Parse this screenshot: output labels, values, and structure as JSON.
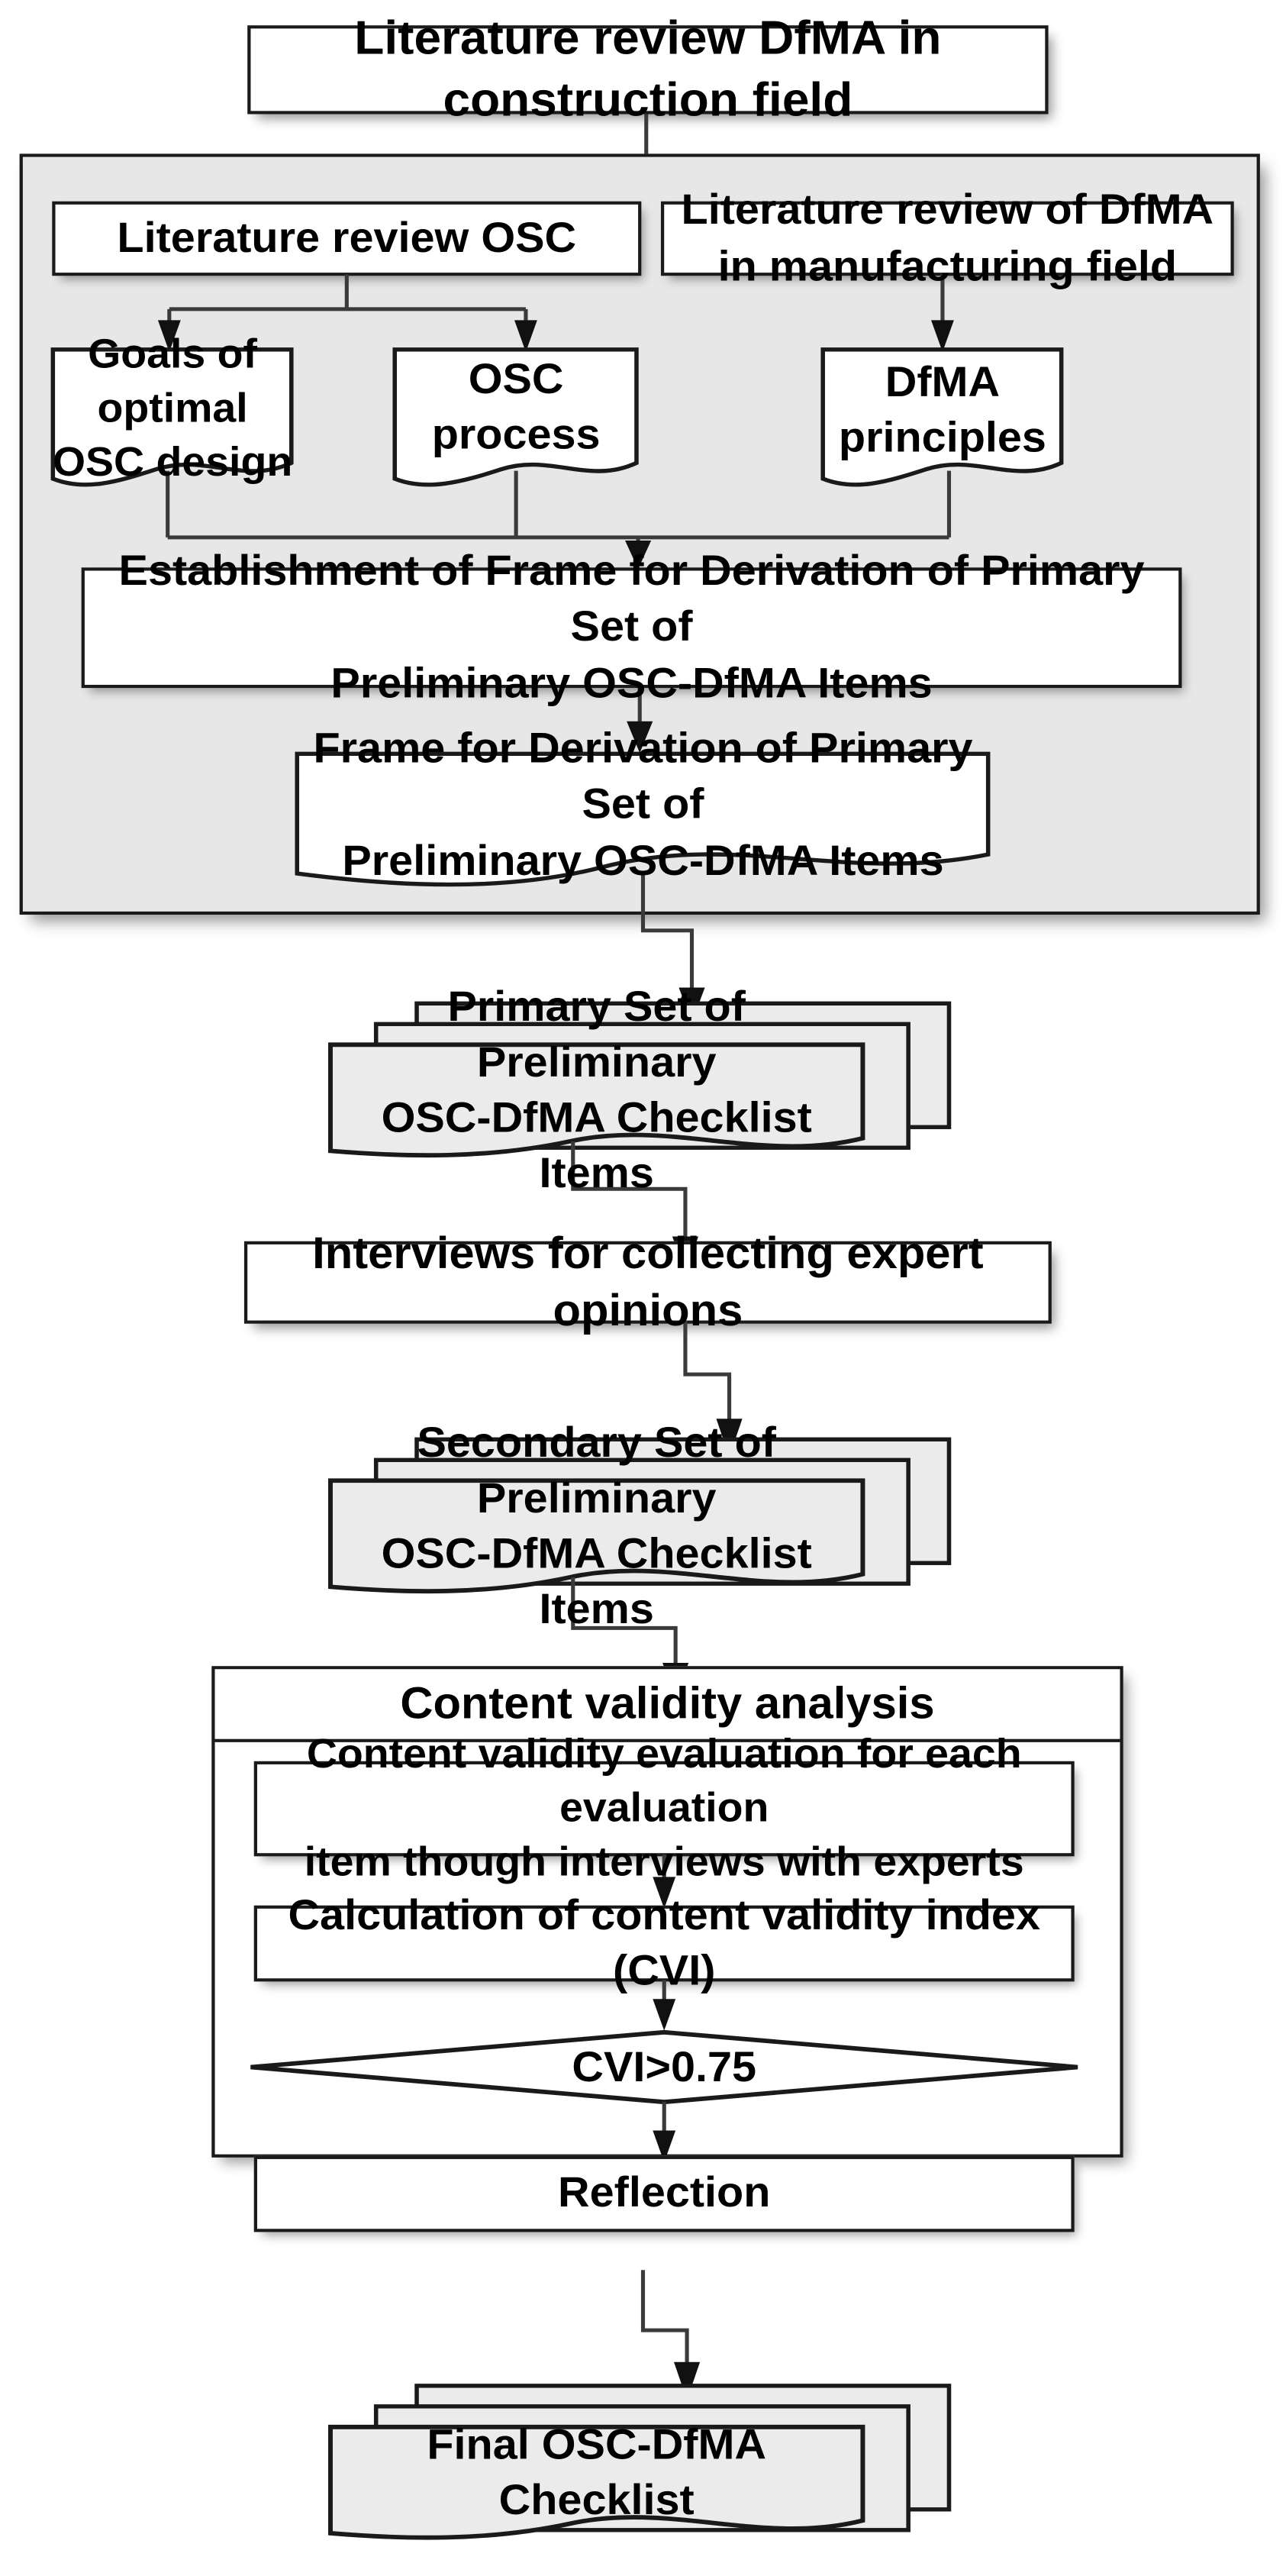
{
  "diagram": {
    "title": "OSC-DfMA checklist development research flowchart",
    "type": "flowchart",
    "colors": {
      "node_fill": "#ffffff",
      "document_fill": "#ebebeb",
      "group_panel_fill": "#e7e7e7",
      "border": "#1a1a1a",
      "connector": "#3a3a3a",
      "text": "#000000"
    }
  },
  "nodes": {
    "lit_review_dfma_construction": {
      "label": "Literature review DfMA in construction field",
      "shape": "process"
    },
    "lit_review_osc": {
      "label": "Literature review OSC",
      "shape": "process"
    },
    "lit_review_dfma_manufacturing": {
      "label": "Literature review of DfMA\nin manufacturing field",
      "shape": "process"
    },
    "goals_optimal_osc_design": {
      "label": "Goals of\noptimal\nOSC design",
      "shape": "document"
    },
    "osc_process": {
      "label": "OSC process",
      "shape": "document"
    },
    "dfma_principles": {
      "label": "DfMA\nprinciples",
      "shape": "document"
    },
    "establishment_of_frame": {
      "label": "Establishment of Frame for Derivation of Primary Set of\nPreliminary OSC-DfMA Items",
      "shape": "process"
    },
    "frame_for_derivation": {
      "label": "Frame for Derivation of Primary Set of\nPreliminary OSC-DfMA Items",
      "shape": "document"
    },
    "primary_set": {
      "label": "Primary Set of Preliminary\nOSC-DfMA Checklist Items",
      "shape": "multi-document"
    },
    "interviews": {
      "label": "Interviews for collecting expert opinions",
      "shape": "process"
    },
    "secondary_set": {
      "label": "Secondary Set of Preliminary\nOSC-DfMA Checklist Items",
      "shape": "multi-document"
    },
    "content_validity_analysis": {
      "label": "Content validity analysis",
      "shape": "group-header"
    },
    "content_validity_evaluation": {
      "label": "Content validity evaluation for each evaluation\nitem though interviews with experts",
      "shape": "process"
    },
    "cvi_calculation": {
      "label": "Calculation of content validity index (CVI)",
      "shape": "process"
    },
    "cvi_decision": {
      "label": "CVI>0.75",
      "shape": "decision"
    },
    "reflection": {
      "label": "Reflection",
      "shape": "process"
    },
    "final_checklist": {
      "label": "Final OSC-DfMA Checklist",
      "shape": "multi-document"
    }
  },
  "edges": [
    {
      "from": "lit_review_dfma_construction",
      "to": "literature_group"
    },
    {
      "from": "lit_review_osc",
      "to": "goals_optimal_osc_design"
    },
    {
      "from": "lit_review_osc",
      "to": "osc_process"
    },
    {
      "from": "lit_review_dfma_manufacturing",
      "to": "dfma_principles"
    },
    {
      "from": "goals_optimal_osc_design",
      "to": "establishment_of_frame"
    },
    {
      "from": "osc_process",
      "to": "establishment_of_frame"
    },
    {
      "from": "dfma_principles",
      "to": "establishment_of_frame"
    },
    {
      "from": "establishment_of_frame",
      "to": "frame_for_derivation"
    },
    {
      "from": "frame_for_derivation",
      "to": "primary_set"
    },
    {
      "from": "primary_set",
      "to": "interviews"
    },
    {
      "from": "interviews",
      "to": "secondary_set"
    },
    {
      "from": "secondary_set",
      "to": "content_validity_analysis"
    },
    {
      "from": "content_validity_evaluation",
      "to": "cvi_calculation"
    },
    {
      "from": "cvi_calculation",
      "to": "cvi_decision"
    },
    {
      "from": "cvi_decision",
      "to": "reflection"
    },
    {
      "from": "content_validity_analysis",
      "to": "final_checklist"
    }
  ]
}
